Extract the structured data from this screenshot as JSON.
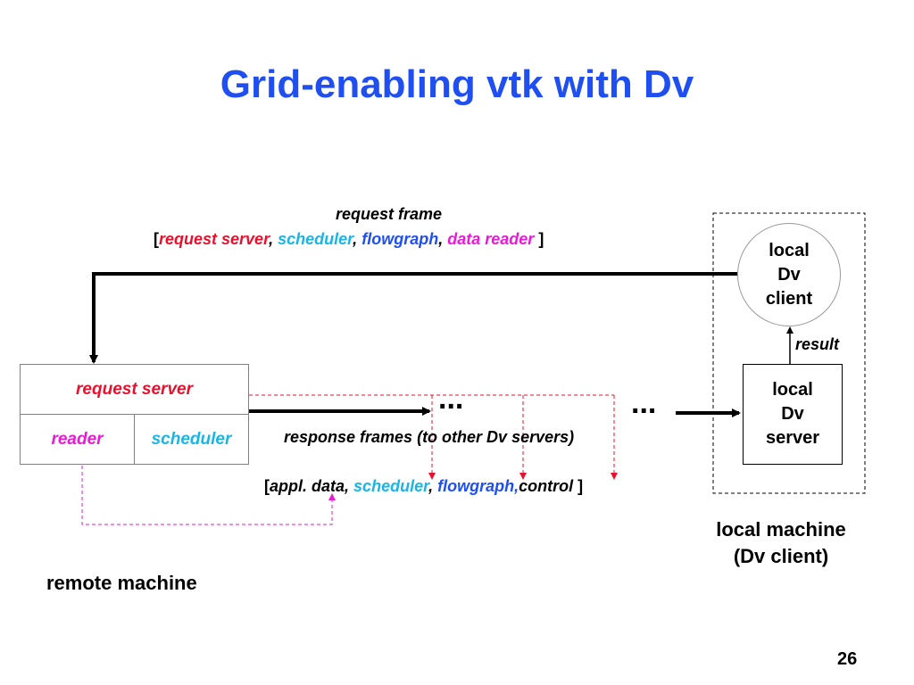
{
  "title": "Grid-enabling vtk with Dv",
  "request_frame": {
    "heading": "request frame",
    "open_bracket": "[",
    "item_request_server": "request server",
    "sep1": ",",
    "item_scheduler": "scheduler",
    "sep2": ",",
    "item_flowgraph": "flowgraph",
    "sep3": ",",
    "item_data_reader": "data reader",
    "close_bracket": "]"
  },
  "remote_box": {
    "request_server": "request server",
    "reader": "reader",
    "scheduler": "scheduler"
  },
  "response_frames": {
    "label": "response frames (to other Dv servers)",
    "ellipsis": "...",
    "open_bracket": "[",
    "item_appl_data": "appl. data",
    "sep1": ",",
    "item_scheduler": "scheduler",
    "sep2": ",",
    "item_flowgraph": "flowgraph,",
    "item_control": "control",
    "close_bracket": "]"
  },
  "local_client": {
    "line1": "local",
    "line2": "Dv",
    "line3": "client"
  },
  "local_server": {
    "line1": "local",
    "line2": "Dv",
    "line3": "server"
  },
  "result_label": "result",
  "local_machine": {
    "line1": "local machine",
    "line2": "(Dv client)"
  },
  "remote_machine": "remote machine",
  "page_number": "26",
  "colors": {
    "title_blue": "#1f4ff0",
    "red": "#e8112d",
    "cyan": "#19b5e6",
    "blue": "#1f4ff0",
    "magenta": "#e81ad6"
  }
}
